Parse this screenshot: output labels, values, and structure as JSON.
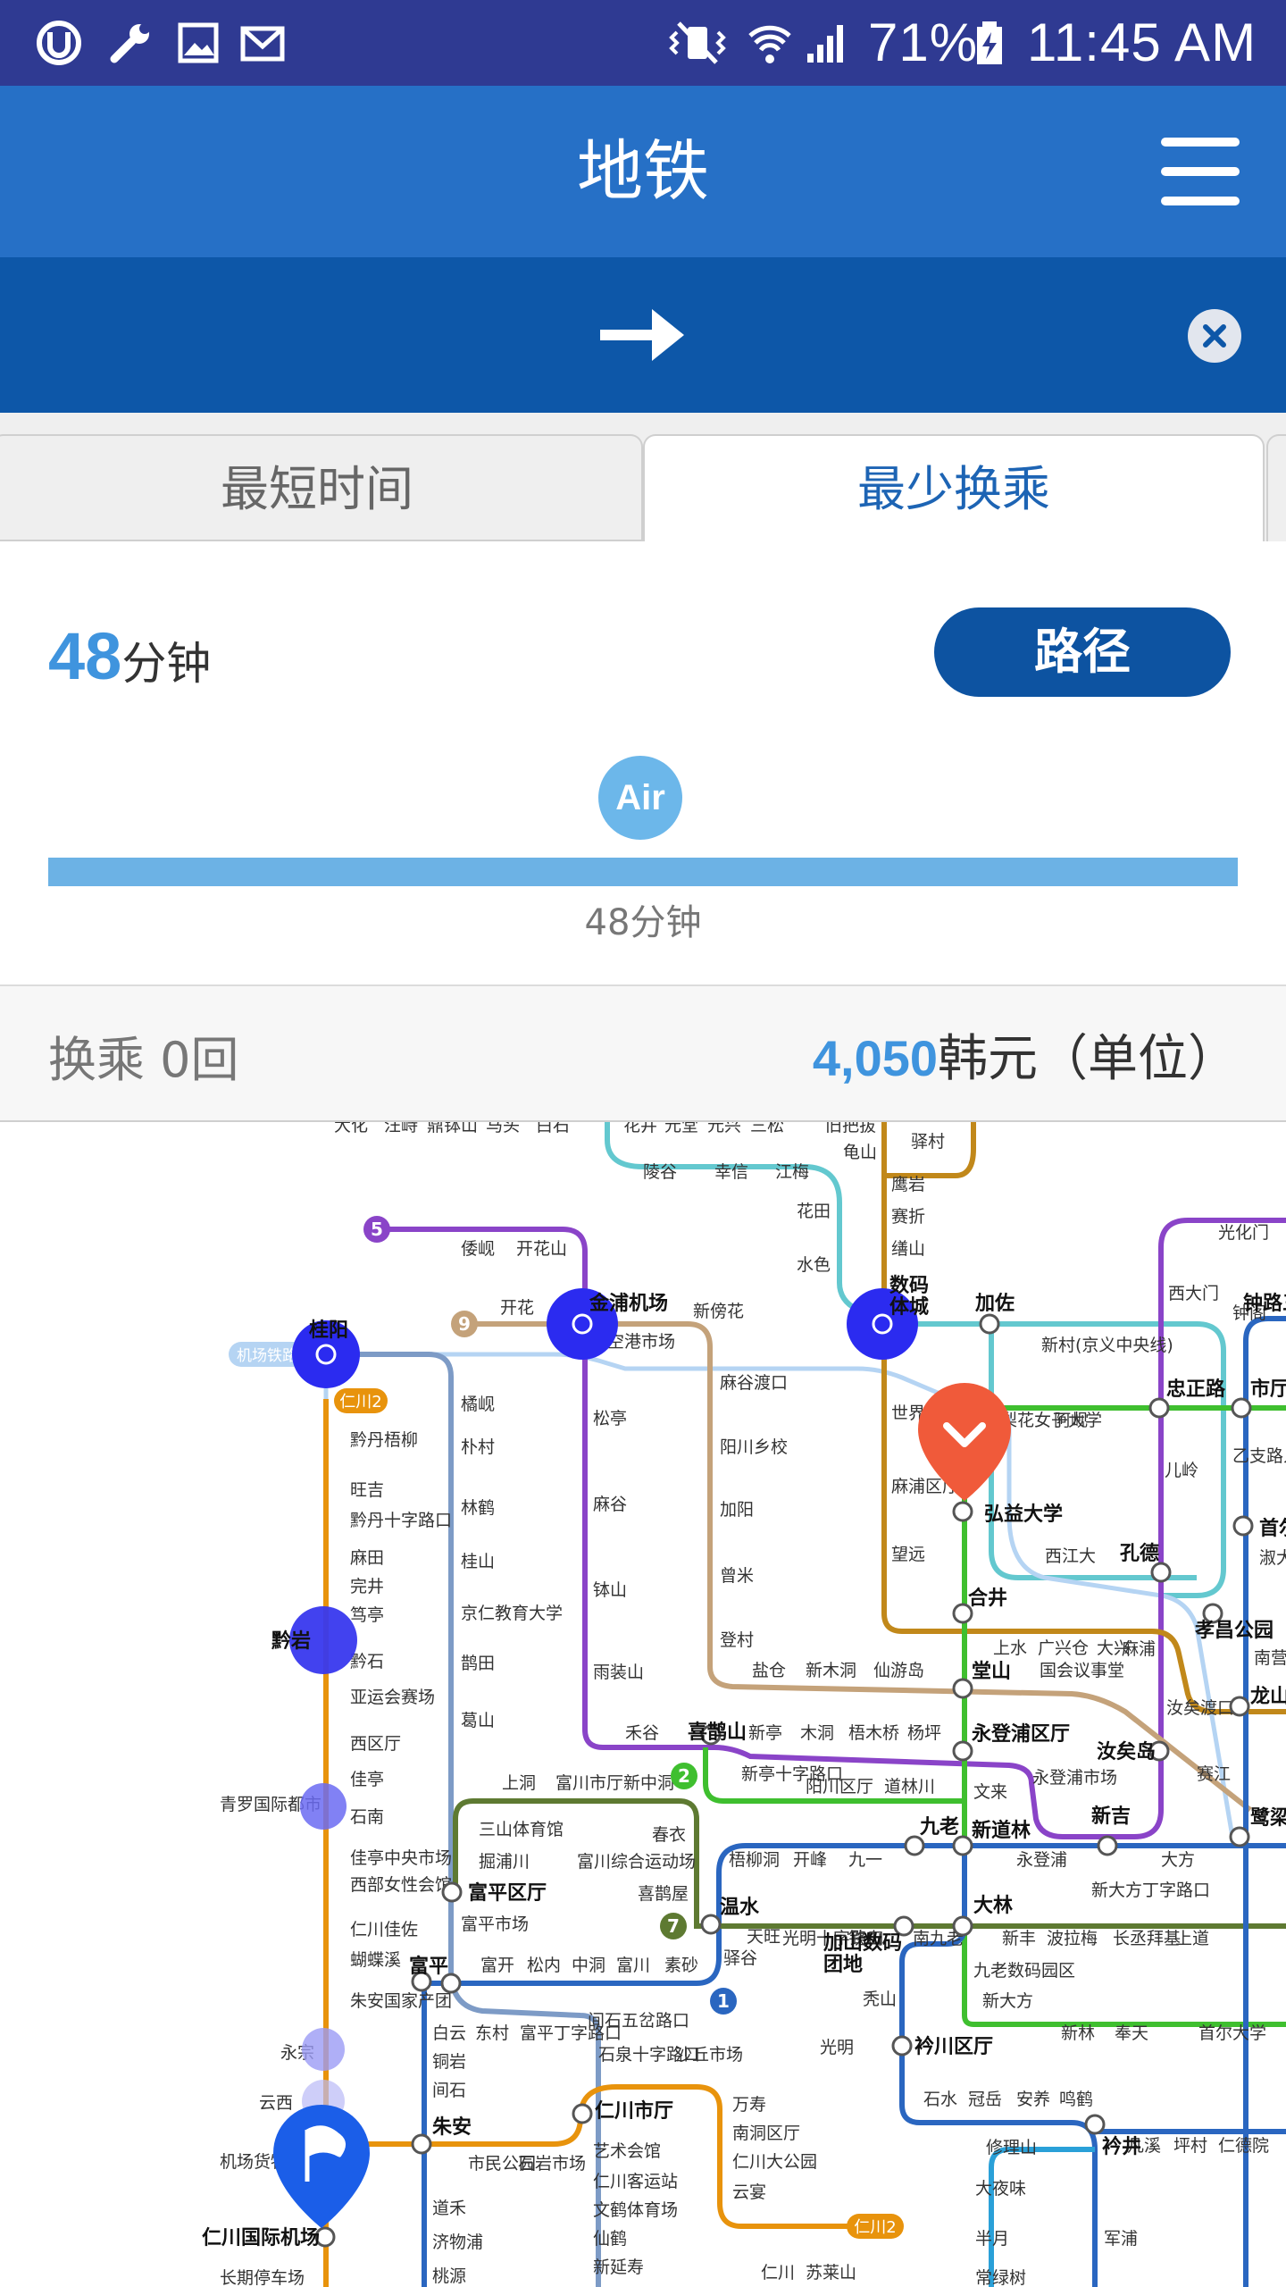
{
  "status_bar": {
    "battery": "71%",
    "time": "11:45 AM"
  },
  "app_bar": {
    "title": "地铁"
  },
  "tabs": {
    "shortest_time": "最短时间",
    "fewest_transfers": "最少换乘",
    "active": "fewest_transfers"
  },
  "summary": {
    "total_time_value": "48",
    "total_time_unit": "分钟",
    "path_button": "路径",
    "line_badge": "Air",
    "segment_time": "48分钟"
  },
  "info": {
    "transfers": "换乘 0回",
    "fare_value": "4,050",
    "fare_unit": "韩元（单位）"
  },
  "colors": {
    "status_bar": "#2f3a92",
    "app_bar": "#2670c6",
    "route_bar": "#0d57a8",
    "accent": "#3f94de",
    "line_airport": "#6cb2e5",
    "line_1": "#2a66c0",
    "line_2": "#3fbf2f",
    "line_5": "#8a44c8",
    "line_7": "#5e7a32",
    "line_9": "#c4a27a",
    "incheon_1": "#7d9bc6",
    "incheon_2": "#e8930c",
    "gyeongui": "#63c8cf",
    "suin": "#c1881a"
  },
  "map": {
    "badges": {
      "line5": "5",
      "line9": "9",
      "line2": "2",
      "line7": "7",
      "line1": "1",
      "incheon2_top": "仁川2",
      "incheon2_bottom": "仁川2",
      "airport_line": "机场铁路"
    },
    "major_stations": [
      {
        "id": "gimpo",
        "label": "金浦机场"
      },
      {
        "id": "gyeyang",
        "label": "桂阳"
      },
      {
        "id": "dmc",
        "label": "数码\n体城"
      },
      {
        "id": "gajwa",
        "label": "加佐"
      },
      {
        "id": "hongdae",
        "label": "弘益大学"
      },
      {
        "id": "hapjeong",
        "label": "合井"
      },
      {
        "id": "gongdeok",
        "label": "孔德"
      },
      {
        "id": "chungjeongno",
        "label": "忠正路"
      },
      {
        "id": "dangsan",
        "label": "堂山"
      },
      {
        "id": "yeongdeungpo",
        "label": "永登浦区厅"
      },
      {
        "id": "yeouido",
        "label": "汝矣岛"
      },
      {
        "id": "singil",
        "label": "新吉"
      },
      {
        "id": "sindorim",
        "label": "新道林"
      },
      {
        "id": "guro",
        "label": "九老"
      },
      {
        "id": "daerim",
        "label": "大林"
      },
      {
        "id": "oncheon",
        "label": "温水"
      },
      {
        "id": "bupyeong",
        "label": "富平"
      },
      {
        "id": "bupyeonggu",
        "label": "富平区厅"
      },
      {
        "id": "juan",
        "label": "朱安"
      },
      {
        "id": "incheonsi",
        "label": "仁川市厅"
      },
      {
        "id": "geumcheon",
        "label": "衿川区厅"
      },
      {
        "id": "gasan",
        "label": "加山数码\n团地"
      },
      {
        "id": "gyeongin",
        "label": "黔岩"
      },
      {
        "id": "icn",
        "label": "仁川国际机场"
      },
      {
        "id": "hwagok",
        "label": "喜鹊山"
      },
      {
        "id": "gwacheon",
        "label": "衿井"
      },
      {
        "id": "yeongdeungpo_ct",
        "label": "衿井"
      },
      {
        "id": "ichon",
        "label": "孝昌公园"
      },
      {
        "id": "yongsan",
        "label": "龙山"
      },
      {
        "id": "noryangjin",
        "label": "鹭梁"
      },
      {
        "id": "jongno3",
        "label": "钟路三"
      },
      {
        "id": "city_hall",
        "label": "市厅"
      },
      {
        "id": "seoul_st",
        "label": "首尔"
      }
    ],
    "labels": [
      "大化",
      "汪峙",
      "鼎钵山",
      "马头",
      "白石",
      "花井",
      "元堂",
      "元兴",
      "三松",
      "旧把拔",
      "龟山",
      "驿村",
      "陵谷",
      "幸信",
      "江梅",
      "鹰岩",
      "花田",
      "赛折",
      "缮山",
      "水色",
      "光化门",
      "西大门",
      "钟阁",
      "倭岘",
      "开花山",
      "开花",
      "新傍花",
      "空港市场",
      "麻谷渡口",
      "阳川乡校",
      "加阳",
      "曾米",
      "登村",
      "松亭",
      "麻谷",
      "钵山",
      "雨装山",
      "橘岘",
      "朴村",
      "林鹤",
      "桂山",
      "京仁教育大学",
      "鹊田",
      "葛山",
      "黔丹梧柳",
      "旺吉",
      "黔丹十字路口",
      "麻田",
      "完井",
      "笃亭",
      "黔石",
      "亚运会赛场",
      "西区厅",
      "佳亭",
      "佳亭中央市场",
      "石南",
      "西部女性会馆",
      "仁川佳佐",
      "蝴蝶溪",
      "朱安国家产团",
      "青罗国际都市",
      "永宗",
      "云西",
      "机场货物",
      "长期停车场",
      "新村(京义中央线)",
      "梨花女子大学",
      "阿岘",
      "世界杯体育场",
      "麻浦区厅",
      "望远",
      "上水",
      "广兴仓",
      "大兴",
      "西江大",
      "儿岭",
      "麻浦",
      "国会议事堂",
      "汝矣渡口",
      "赛江",
      "盐仓",
      "新木洞",
      "仙游岛",
      "禾谷",
      "新亭",
      "木洞",
      "梧木桥",
      "杨坪",
      "新亭十字路口",
      "阳川区厅",
      "道林川",
      "文来",
      "永登浦市场",
      "上洞",
      "富川市厅",
      "新中洞",
      "三山体育馆",
      "掘浦川",
      "富川综合运动场",
      "春衣",
      "喜鹊屋",
      "富平市场",
      "梧柳洞",
      "开峰",
      "九一",
      "永登浦",
      "大方",
      "新大方丁字路口",
      "天旺",
      "光明十字路口",
      "铁山",
      "南九老",
      "新丰",
      "波拉梅",
      "长丞拜基",
      "上道",
      "九老数码园区",
      "新大方",
      "新林",
      "奉天",
      "首尔大学",
      "富开",
      "松内",
      "中洞",
      "富川",
      "素砂",
      "驿谷",
      "间石五岔路口",
      "白云",
      "东村",
      "富平丁字路口",
      "石泉十字路口",
      "沙丘市场",
      "秃山",
      "光明",
      "铜岩",
      "间石",
      "市民公园",
      "石岩市场",
      "艺术会馆",
      "仁川客运站",
      "文鹤体育场",
      "仙鹤",
      "新延寿",
      "道禾",
      "济物浦",
      "桃源",
      "万寿",
      "南洞区厅",
      "仁川大公园",
      "云宴",
      "石水",
      "冠岳",
      "安养",
      "鸣鹤",
      "修理山",
      "大夜味",
      "半月",
      "常绿树",
      "凡溪",
      "坪村",
      "仁德院",
      "军浦",
      "仁川",
      "苏莱山",
      "乙支路入口",
      "南营",
      "淑大"
    ]
  }
}
